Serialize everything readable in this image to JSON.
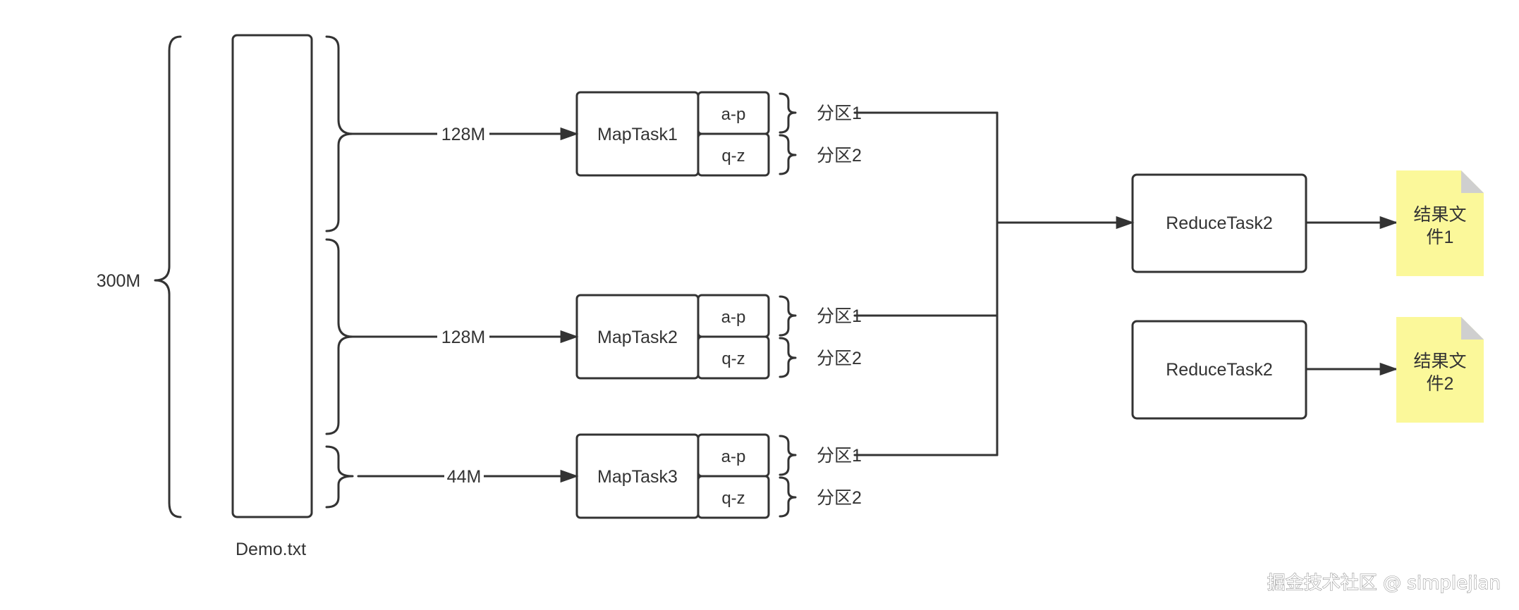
{
  "file_label": "Demo.txt",
  "file_size": "300M",
  "splits": [
    "128M",
    "128M",
    "44M"
  ],
  "map_tasks": [
    {
      "name": "MapTask1",
      "ranges": [
        "a-p",
        "q-z"
      ],
      "partitions": [
        "分区1",
        "分区2"
      ]
    },
    {
      "name": "MapTask2",
      "ranges": [
        "a-p",
        "q-z"
      ],
      "partitions": [
        "分区1",
        "分区2"
      ]
    },
    {
      "name": "MapTask3",
      "ranges": [
        "a-p",
        "q-z"
      ],
      "partitions": [
        "分区1",
        "分区2"
      ]
    }
  ],
  "reduce_tasks": [
    {
      "name": "ReduceTask2",
      "output": [
        "结果文",
        "件1"
      ]
    },
    {
      "name": "ReduceTask2",
      "output": [
        "结果文",
        "件2"
      ]
    }
  ],
  "watermark": "掘金技术社区 @ simplejian",
  "colors": {
    "stroke": "#333333",
    "note_fill": "#fbf89a",
    "note_fold": "#cfcfcf"
  }
}
